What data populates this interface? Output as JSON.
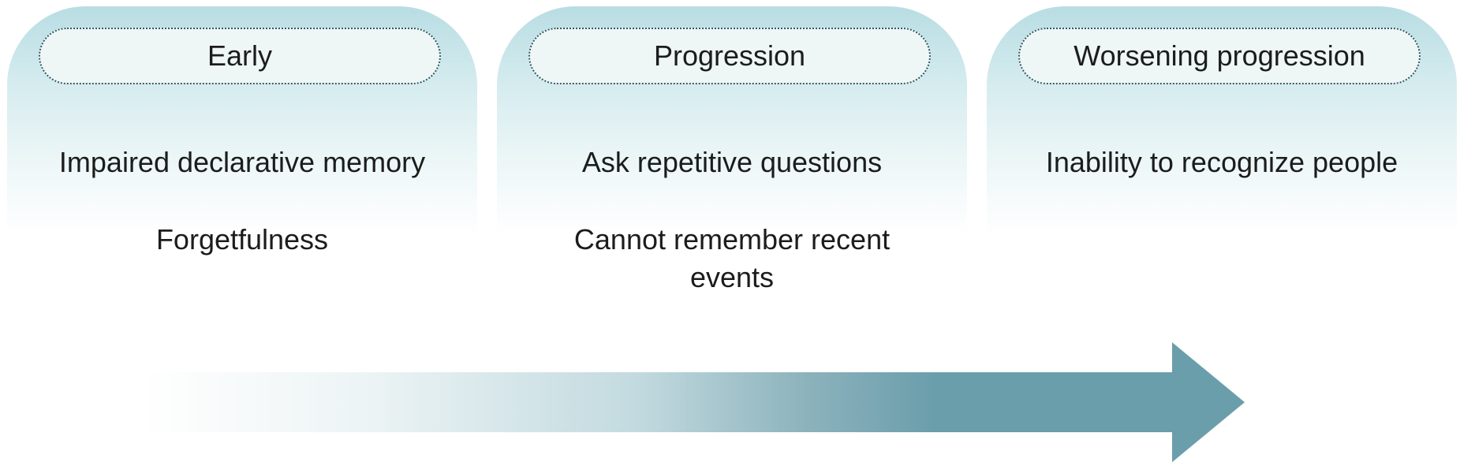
{
  "stages": [
    {
      "label": "Early",
      "symptoms": [
        "Impaired declarative memory",
        "Forgetfulness"
      ]
    },
    {
      "label": "Progression",
      "symptoms": [
        "Ask repetitive questions",
        "Cannot remember recent events"
      ]
    },
    {
      "label": "Worsening progression",
      "symptoms": [
        "Inability to recognize people"
      ]
    }
  ],
  "colors": {
    "header_gradient_top": "#b8dde3",
    "label_border": "#2e5a66",
    "arrow": "#6a9eab"
  },
  "arrow_icon": "progression-arrow"
}
